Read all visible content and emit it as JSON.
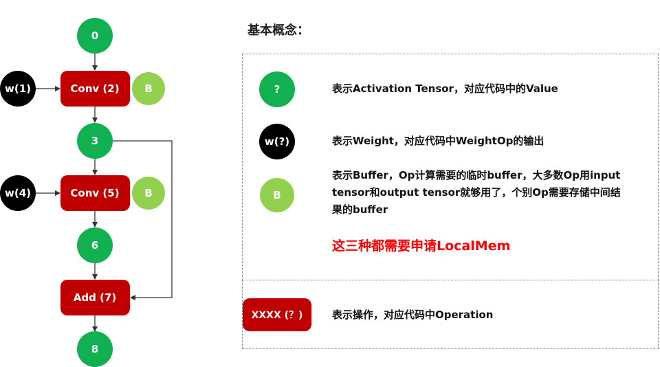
{
  "colors": {
    "activation": "#11b050",
    "weight": "#000000",
    "buffer": "#92d050",
    "operation": "#c00000",
    "highlight": "#ff0000"
  },
  "graph": {
    "nodes": {
      "n0": "0",
      "conv2": "Conv (2)",
      "w1": "w(1)",
      "b1": "B",
      "n3": "3",
      "conv5": "Conv (5)",
      "w4": "w(4)",
      "b2": "B",
      "n6": "6",
      "add7": "Add (7)",
      "n8": "8"
    }
  },
  "legend": {
    "title": "基本概念：",
    "activation_symbol": "?",
    "activation_desc": "表示Activation Tensor，对应代码中的Value",
    "weight_symbol": "w(?)",
    "weight_desc": "表示Weight，对应代码中WeightOp的输出",
    "buffer_symbol": "B",
    "buffer_desc_line1": "表示Buffer，Op计算需要的临时buffer，大多数Op用input",
    "buffer_desc_line2": "tensor和output tensor就够用了，个别Op需要存储中间结",
    "buffer_desc_line3": "果的buffer",
    "highlight": "这三种都需要申请LocalMem",
    "operation_symbol": "XXXX (？)",
    "operation_desc": "表示操作，对应代码中Operation"
  }
}
